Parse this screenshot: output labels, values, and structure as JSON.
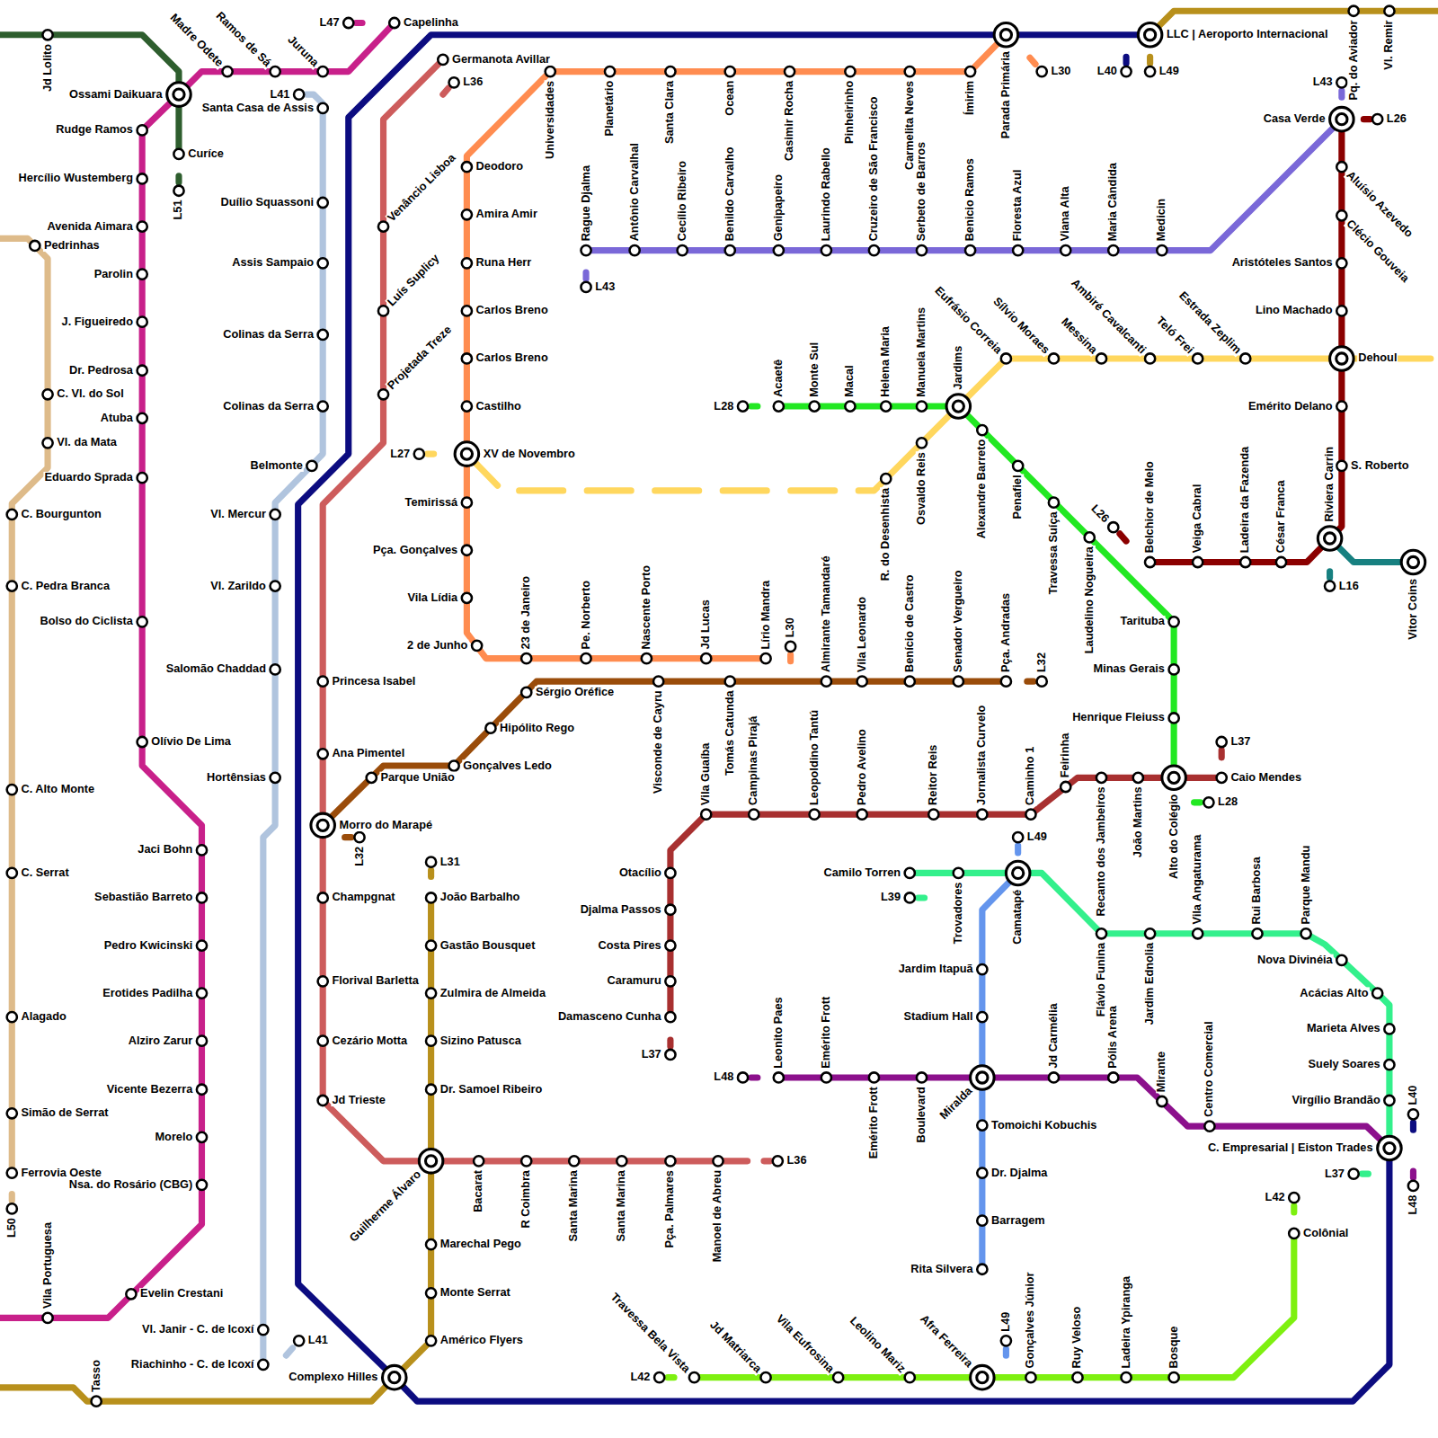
{
  "diagram": {
    "labels": [
      "Jd Lolito",
      "Ossami Daikuara",
      "Curíce",
      "L51",
      "Madre Odete",
      "Ramos de Sá",
      "Juruna",
      "L47",
      "Capelinha",
      "Rudge Ramos",
      "Hercílio Wustemberg",
      "Avenida Aimara",
      "Parolin",
      "J. Figueiredo",
      "Dr. Pedrosa",
      "Atuba",
      "Eduardo Sprada",
      "Bolso do Ciclista",
      "Olívio De Lima",
      "Jaci Bohn",
      "Sebastião Barreto",
      "Pedro Kwicinski",
      "Erotides Padilha",
      "Alziro Zarur",
      "Vicente Bezerra",
      "Morelo",
      "Nsa. do Rosário (CBG)",
      "Evelin Crestani",
      "Vila Portuguesa",
      "Pedrinhas",
      "C. Vl. do Sol",
      "Vl. da Mata",
      "C. Bourgunton",
      "C. Pedra Branca",
      "C. Alto Monte",
      "C. Serrat",
      "Alagado",
      "Simão de Serrat",
      "Ferrovia Oeste",
      "L50",
      "Tasso",
      "Complexo Hilles",
      "L31",
      "João Barbalho",
      "Gastão Bousquet",
      "Zulmira de Almeida",
      "Sizino Patusca",
      "Dr. Samoel Ribeiro",
      "Guilherme Álvaro",
      "Marechal Pego",
      "Monte Serrat",
      "Américo Flyers",
      "Pq. do Aviador",
      "Vl. Remir",
      "L49",
      "L41",
      "Santa Casa de Assis",
      "Duílio Squassoni",
      "Assis Sampaio",
      "Colinas da Serra",
      "Colinas da Serra",
      "Belmonte",
      "Vl. Mercur",
      "Vl. Zarildo",
      "Salomão Chaddad",
      "Hortênsias",
      "Vl. Janir - C. de Icoxí",
      "Riachinho - C. de Icoxí",
      "L41",
      "Parada Primária",
      "LLC | Aeroporto Internacional",
      "L40",
      "L40",
      "Germanota Avillar",
      "L36",
      "Venâncio Lisboa",
      "Luís Suplicy",
      "Projetada Treze",
      "Princesa Isabel",
      "Ana Pimentel",
      "Morro do Marapé",
      "Champgnat",
      "Florival Barletta",
      "Cezário Motta",
      "Jd Trieste",
      "Bacarat",
      "R Coimbra",
      "Santa Marina",
      "Santa Marina",
      "Pça. Palmares",
      "Manoel de Abreu",
      "L36",
      "Universidades",
      "Planetário",
      "Santa Clara",
      "Ocean",
      "Casimir Rocha",
      "Pinheirinho",
      "Carmelita Neves",
      "Ímirim",
      "L30",
      "Deodoro",
      "Amira Amir",
      "Runa Herr",
      "Carlos Breno",
      "Carlos Breno",
      "Castilho",
      "XV de Novembro",
      "Temirissá",
      "Pça. Gonçalves",
      "Vila Lídia",
      "2 de Junho",
      "23 de Janeiro",
      "Pe. Norberto",
      "Nascente Porto",
      "Jd Lucas",
      "Lírio Mandra",
      "L30",
      "Rague Djalma",
      "Antônio Carvalhal",
      "Cecílio Ribeiro",
      "Benildo Carvalho",
      "Genipapeiro",
      "Laurindo Rabello",
      "Cruzeiro de São Francisco",
      "Serbeto de Barros",
      "Benicio Ramos",
      "Floresta Azul",
      "Viana Alta",
      "Maria Cândida",
      "Medicin",
      "L43",
      "L43",
      "Casa Verde",
      "L26",
      "Aluísio Azevedo",
      "Clécio Gouveia",
      "Aristóteles Santos",
      "Lino Machado",
      "Dehoul",
      "Emérito Delano",
      "S. Roberto",
      "Riviera Carrin",
      "Belchior de Melo",
      "Veiga Cabral",
      "Ladeira da Fazenda",
      "César Franca",
      "L26",
      "Vitor Coins",
      "L16",
      "L27",
      "Eufrásio Correia",
      "Sílvio Moraes",
      "Messina",
      "Ambiré Cavalcanti",
      "Teló Frei",
      "Estrada Zeplim",
      "Osvaldo Reis",
      "R. do Desenhista",
      "L28",
      "Acaetê",
      "Monte Sul",
      "Macal",
      "Helena Maria",
      "Manuela Martins",
      "Jardims",
      "Alexandre Barreto",
      "Penafiel",
      "Travessa Suíça",
      "Laudelino Nogueira",
      "Tarituba",
      "Minas Gerais",
      "Henrique Fleiuss",
      "Alto do Colégio",
      "L28",
      "Parque União",
      "Gonçalves Ledo",
      "Hipólito Rego",
      "Sérgio Oréfice",
      "Visconde de Cayru",
      "Tomás Catunda",
      "Almirante Tamandaré",
      "Vila Leonardo",
      "Benício de Castro",
      "Senador Vergueiro",
      "Pça. Andradas",
      "L32",
      "L32",
      "Vila Guaíba",
      "Campinas Pirajá",
      "Leopoldino Tantú",
      "Pedro Avelino",
      "Reitor Reis",
      "Jornalista Curvelo",
      "Caminho 1",
      "Feirinha",
      "Recanto dos Jambeiros",
      "João Martins",
      "Caio Mendes",
      "L37",
      "Otacílio",
      "Djalma Passos",
      "Costa Pires",
      "Caramuru",
      "Damasceno Cunha",
      "L37",
      "Camilo Torren",
      "L39",
      "Trovadores",
      "Camatapé",
      "L49",
      "Flávio Funina",
      "Jardim Ednolia",
      "Vila Angaturama",
      "Rui Barbosa",
      "Parque Mandu",
      "Nova Divinéia",
      "Acácias Alto",
      "Marieta Alves",
      "Suely Soares",
      "Virgílio Brandão",
      "C. Empresarial | Eiston Trades",
      "L37",
      "Jardim Itapuã",
      "Stadium Hall",
      "Miralda",
      "Tomoichi Kobuchis",
      "Dr. Djalma",
      "Barragem",
      "Rita Silvera",
      "L49",
      "L48",
      "Leonito Paes",
      "Emérito Frott",
      "Emérito Frott",
      "Boulevard",
      "Jd Carmélia",
      "Pólis Arena",
      "Mirante",
      "Centro Comercial",
      "L48",
      "L42",
      "Travessa Bela Vista",
      "Jd Matriarca",
      "Vila Eufrosina",
      "Leolino Mariz",
      "Afra Ferreira",
      "Gonçalves Júnior",
      "Ruy Veloso",
      "Ladeira Ypiranga",
      "Bosque",
      "L42",
      "Colônial"
    ]
  }
}
